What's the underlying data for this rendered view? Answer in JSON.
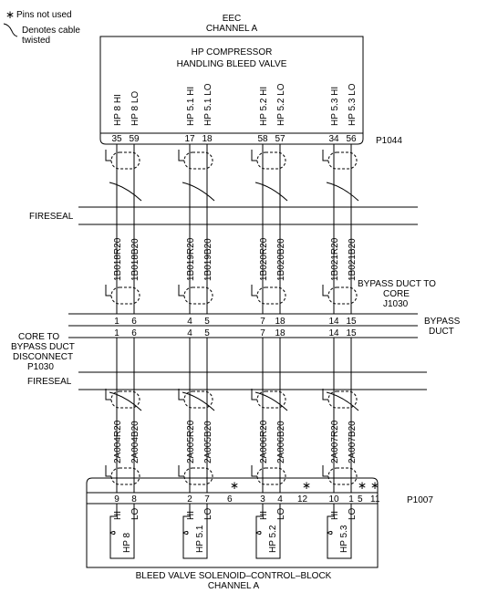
{
  "legend": {
    "pins_not_used_symbol": "∗",
    "pins_not_used_text": "Pins not used",
    "twisted_line1": "Denotes cable",
    "twisted_line2": "twisted"
  },
  "eec": {
    "line1": "EEC",
    "line2": "CHANNEL A"
  },
  "hp_box": {
    "line1": "HP COMPRESSOR",
    "line2": "HANDLING BLEED VALVE"
  },
  "connectors": {
    "p1044": "P1044",
    "p1007": "P1007",
    "bypass_to_core_line1": "BYPASS DUCT TO",
    "bypass_to_core_line2": "CORE",
    "bypass_to_core_line3": "J1030",
    "core_to_bypass_line1": "CORE TO",
    "core_to_bypass_line2": "BYPASS DUCT",
    "core_to_bypass_line3": "DISCONNECT",
    "core_to_bypass_line4": "P1030"
  },
  "fireseal": "FIRESEAL",
  "bypass_duct": {
    "line1": "BYPASS",
    "line2": "DUCT"
  },
  "channels": [
    {
      "hi_label": "HP 8 HI",
      "lo_label": "HP 8 LO",
      "p1044_hi": "35",
      "p1044_lo": "59",
      "upper_hi": "1B018R20",
      "upper_lo": "1B018B20",
      "j1030_hi": "1",
      "j1030_lo": "6",
      "p1030_hi": "1",
      "p1030_lo": "6",
      "lower_hi": "2A004R20",
      "lower_lo": "2A004B20",
      "p1007_hi": "9",
      "p1007_lo": "8",
      "sol_hi": "HI",
      "sol_lo": "LO",
      "sol_name": "HP 8"
    },
    {
      "hi_label": "HP 5.1 HI",
      "lo_label": "HP 5.1 LO",
      "p1044_hi": "17",
      "p1044_lo": "18",
      "upper_hi": "1B019R20",
      "upper_lo": "1B019B20",
      "j1030_hi": "4",
      "j1030_lo": "5",
      "p1030_hi": "4",
      "p1030_lo": "5",
      "lower_hi": "2A005R20",
      "lower_lo": "2A005B20",
      "p1007_hi": "2",
      "p1007_lo": "7",
      "sol_hi": "HI",
      "sol_lo": "LO",
      "sol_name": "HP 5.1"
    },
    {
      "hi_label": "HP 5.2 HI",
      "lo_label": "HP 5.2 LO",
      "p1044_hi": "58",
      "p1044_lo": "57",
      "upper_hi": "1B020R20",
      "upper_lo": "1B020B20",
      "j1030_hi": "7",
      "j1030_lo": "18",
      "p1030_hi": "7",
      "p1030_lo": "18",
      "lower_hi": "2A006R20",
      "lower_lo": "2A006B20",
      "p1007_hi": "3",
      "p1007_lo": "4",
      "sol_hi": "HI",
      "sol_lo": "LO",
      "sol_name": "HP 5.2"
    },
    {
      "hi_label": "HP 5.3 HI",
      "lo_label": "HP 5.3 LO",
      "p1044_hi": "34",
      "p1044_lo": "56",
      "upper_hi": "1B021R20",
      "upper_lo": "1B021B20",
      "j1030_hi": "14",
      "j1030_lo": "15",
      "p1030_hi": "14",
      "p1030_lo": "15",
      "lower_hi": "2A007R20",
      "lower_lo": "2A007B20",
      "p1007_hi": "10",
      "p1007_lo": "1",
      "sol_hi": "HI",
      "sol_lo": "LO",
      "sol_name": "HP 5.3"
    }
  ],
  "unused_pins": [
    "6",
    "12",
    "5",
    "11"
  ],
  "unused_mark": "∗",
  "footer": {
    "line1": "BLEED VALVE SOLENOID–CONTROL–BLOCK",
    "line2": "CHANNEL A"
  }
}
